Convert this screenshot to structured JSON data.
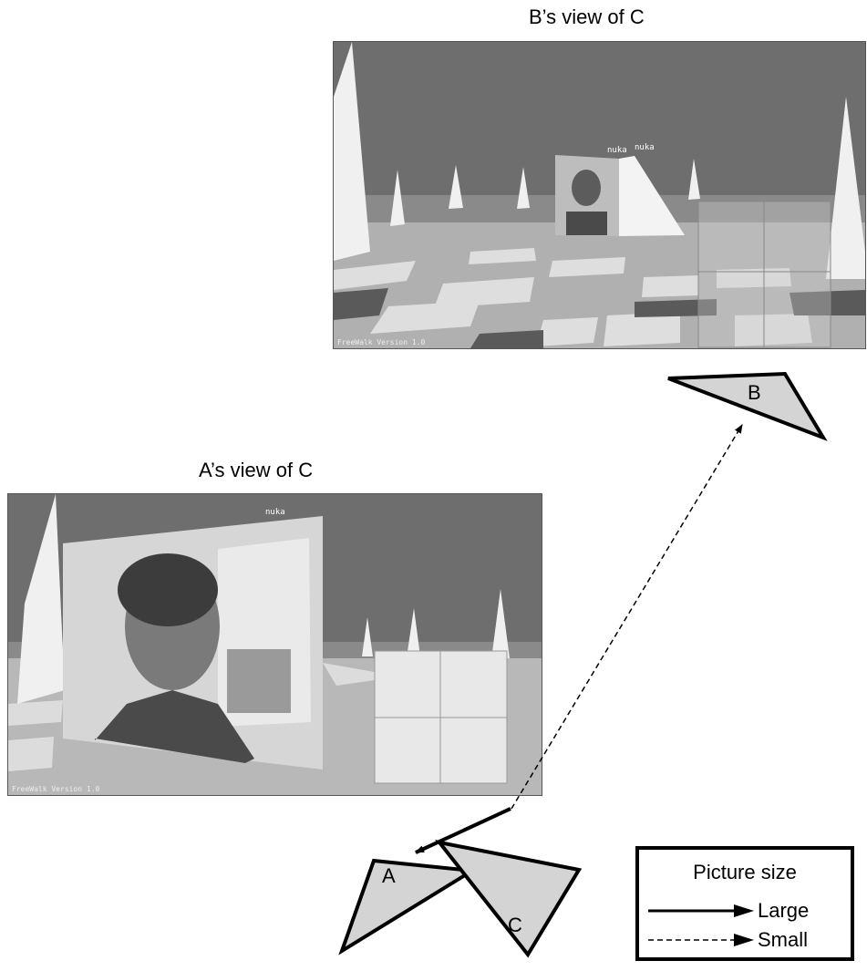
{
  "captions": {
    "b_view": "B’s view of C",
    "a_view": "A’s view of C"
  },
  "screens": {
    "b_footer": "FreeWalk Version 1.0",
    "b_tag_1": "nuka",
    "b_tag_2": "nuka",
    "a_footer": "FreeWalk Version 1.0",
    "a_tag": "nuka"
  },
  "nodes": {
    "a": "A",
    "b": "B",
    "c": "C"
  },
  "links": [
    {
      "from": "C",
      "to": "A",
      "picture_size": "Large"
    },
    {
      "from": "C",
      "to": "B",
      "picture_size": "Small"
    }
  ],
  "legend": {
    "title": "Picture size",
    "large": "Large",
    "small": "Small"
  },
  "colors": {
    "sky": "#6e6e6e",
    "node_fill": "#d4d4d4",
    "ink": "#000000"
  }
}
